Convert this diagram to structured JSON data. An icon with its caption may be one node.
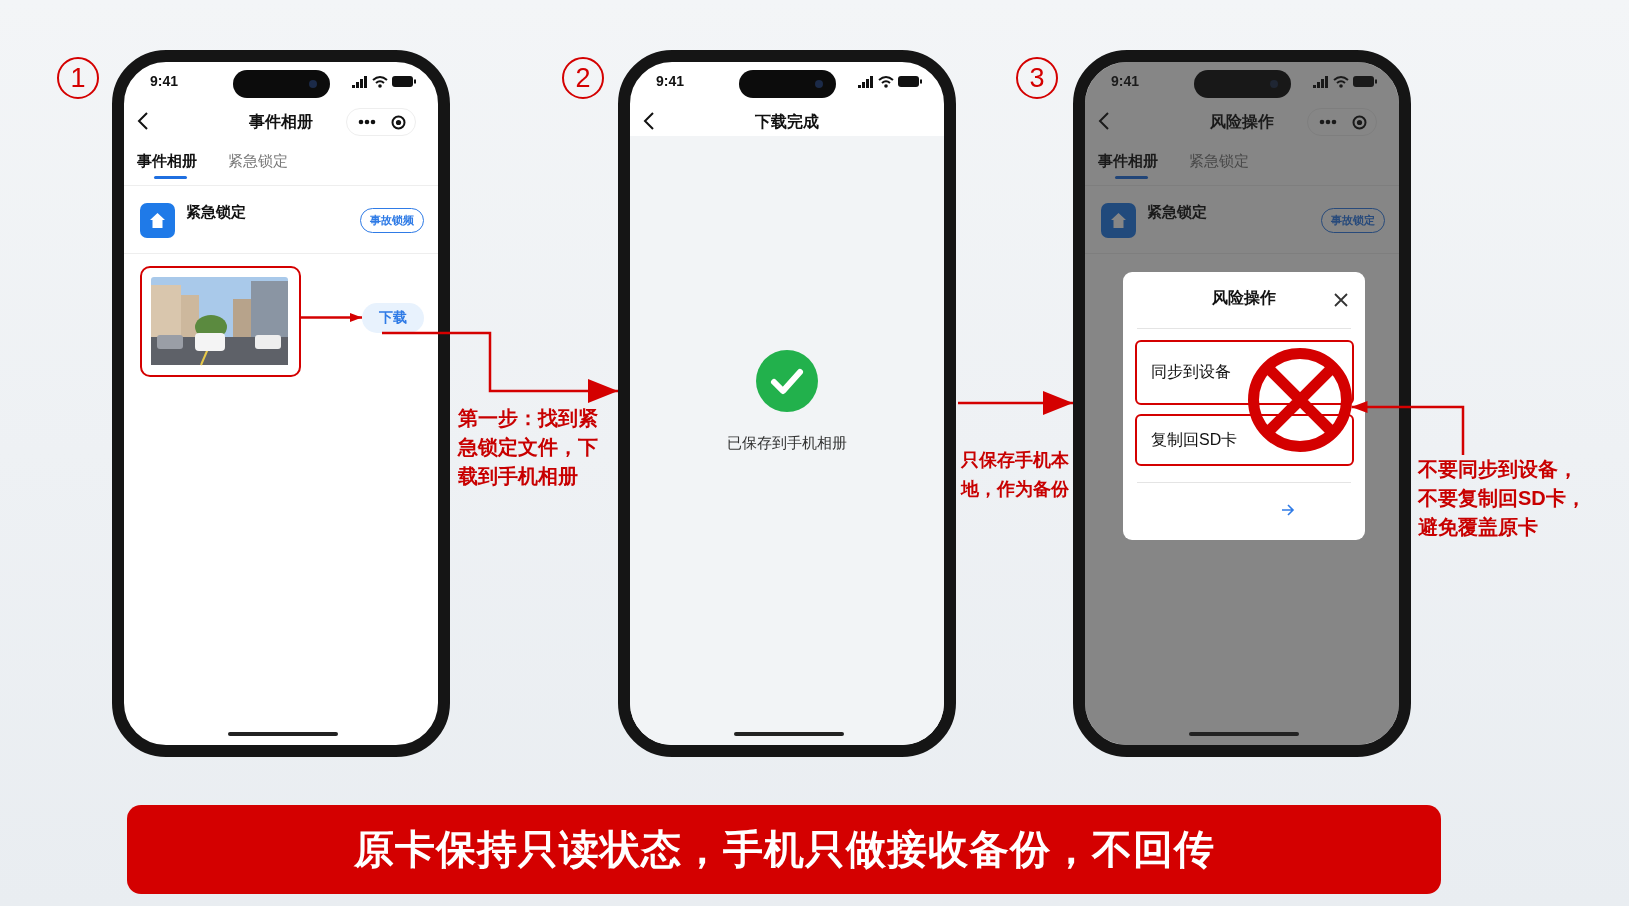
{
  "diagram": {
    "nodes": [
      {
        "text": [
          "1"
        ]
      },
      {
        "text": [
          "9:41",
          "事件相册",
          "事件相册",
          "紧急锁定"
        ]
      },
      {
        "text": [
          "紧急锁定"
        ],
        "in": 1
      },
      {
        "text": [
          "事故锁频"
        ],
        "in": 2
      },
      {
        "text": [],
        "shape": "picture",
        "in": 1
      },
      {
        "text": [
          "下载"
        ],
        "in": 1
      },
      {
        "text": [
          "2"
        ]
      },
      {
        "text": [
          "9:41",
          "下载完成",
          "已保存到手机相册"
        ]
      },
      {
        "text": [
          "3"
        ]
      },
      {
        "text": [
          "9:41",
          "风险操作",
          "事件相册",
          "紧急锁定"
        ]
      },
      {
        "text": [
          "紧急锁定"
        ],
        "in": 9
      },
      {
        "text": [
          "事故锁定"
        ],
        "in": 10
      },
      {
        "text": [
          "风险操作"
        ],
        "in": 9
      },
      {
        "text": [
          "同步到设备"
        ],
        "in": 12
      },
      {
        "text": [
          "复制回SD卡"
        ],
        "in": 12
      },
      {
        "text": [],
        "shape": "circle",
        "in": 12
      },
      {
        "text": [
          "不要同步到设备，不要复制回SD卡，避免覆盖原卡"
        ]
      },
      {
        "text": [
          "原卡保持只读状态，手机只做接收备份，不回传"
        ]
      }
    ],
    "edges": [
      {
        "from": 4,
        "to": 5,
        "arrow": "to"
      },
      {
        "from": 5,
        "to": 7,
        "arrow": "to",
        "label": "第一步：找到紧急锁定文件，下载到手机相册"
      },
      {
        "from": 7,
        "to": 9,
        "arrow": "to",
        "label": "只保存手机本地，作为备份"
      },
      {
        "from": 16,
        "to": 15,
        "arrow": "to"
      }
    ]
  }
}
